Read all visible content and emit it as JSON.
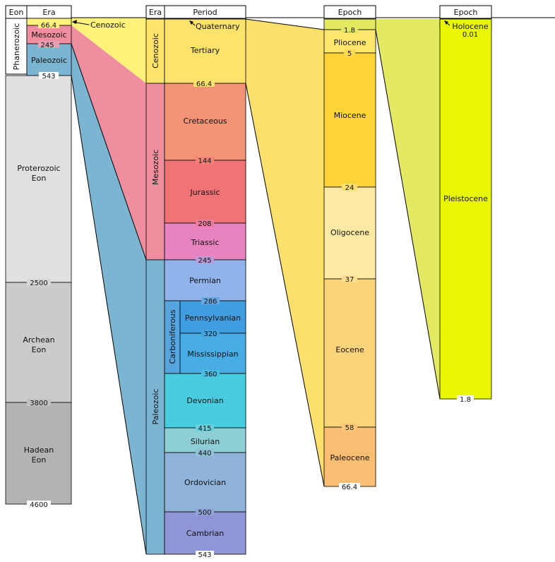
{
  "headers": {
    "eon": "Eon",
    "era": "Era",
    "era2": "Era",
    "period": "Period",
    "epoch1": "Epoch",
    "epoch2": "Epoch"
  },
  "colors": {
    "cenozoic": "#fde26c",
    "cenozoic_callout": "#fef27a",
    "mesozoic": "#ee8e9f",
    "paleozoic": "#7bb5d2",
    "tertiary_band": "#fbe06c",
    "quaternary_band": "#e3ea62",
    "outline": "#000000",
    "white": "#ffffff"
  },
  "col1": {
    "phanerozoic": "Phanerozoic",
    "eras": [
      {
        "key": "cenozoic",
        "name": "Cenozoic",
        "color": "#fef27a"
      },
      {
        "key": "mesozoic",
        "name": "Mesozoic",
        "color": "#ee8e9f"
      },
      {
        "key": "paleozoic",
        "name": "Paleozoic",
        "color": "#7bb5d2"
      }
    ],
    "eons": [
      {
        "name": "Proterozoic Eon",
        "line1": "Proterozoic",
        "line2": "Eon",
        "color": "#e0e0e0"
      },
      {
        "name": "Archean Eon",
        "line1": "Archean",
        "line2": "Eon",
        "color": "#cbcbcb"
      },
      {
        "name": "Hadean Eon",
        "line1": "Hadean",
        "line2": "Eon",
        "color": "#b3b3b3"
      }
    ],
    "boundaries": [
      "66.4",
      "245",
      "543",
      "2500",
      "3800",
      "4600"
    ]
  },
  "col2": {
    "eras": [
      {
        "key": "cenozoic",
        "name": "Cenozoic",
        "color": "#fde26c"
      },
      {
        "key": "mesozoic",
        "name": "Mesozoic",
        "color": "#ee8e9f"
      },
      {
        "key": "paleozoic",
        "name": "Paleozoic",
        "color": "#7bb5d2"
      }
    ],
    "carboniferous": "Carboniferous",
    "carboniferous_color": "#55a6de",
    "periods": [
      {
        "name": "Quaternary",
        "color": "#fde26c"
      },
      {
        "name": "Tertiary",
        "color": "#fde26c"
      },
      {
        "name": "Cretaceous",
        "color": "#f29376"
      },
      {
        "name": "Jurassic",
        "color": "#f07376"
      },
      {
        "name": "Triassic",
        "color": "#e883c0"
      },
      {
        "name": "Permian",
        "color": "#8fb3ea"
      },
      {
        "name": "Pennsylvanian",
        "color": "#3f9de0"
      },
      {
        "name": "Mississippian",
        "color": "#48ade2"
      },
      {
        "name": "Devonian",
        "color": "#48cde0"
      },
      {
        "name": "Silurian",
        "color": "#8ecfd6"
      },
      {
        "name": "Ordovician",
        "color": "#8fb2d8"
      },
      {
        "name": "Cambrian",
        "color": "#8f95d7"
      }
    ],
    "boundaries": [
      "66.4",
      "144",
      "208",
      "245",
      "286",
      "320",
      "360",
      "415",
      "440",
      "500",
      "543"
    ]
  },
  "col3": {
    "epochs": [
      {
        "name": "Pliocene",
        "color": "#fde56e"
      },
      {
        "name": "Miocene",
        "color": "#fed438"
      },
      {
        "name": "Oligocene",
        "color": "#feeaa4"
      },
      {
        "name": "Eocene",
        "color": "#fed47a"
      },
      {
        "name": "Paleocene",
        "color": "#fcbe72"
      }
    ],
    "top_band_color": "#e3ea62",
    "boundaries": [
      "1.8",
      "5",
      "24",
      "37",
      "58",
      "66.4"
    ]
  },
  "col4": {
    "holocene": "Holocene",
    "holocene_value": "0.01",
    "pleistocene": "Pleistocene",
    "pleistocene_color": "#eaf702",
    "bottom": "1.8"
  }
}
